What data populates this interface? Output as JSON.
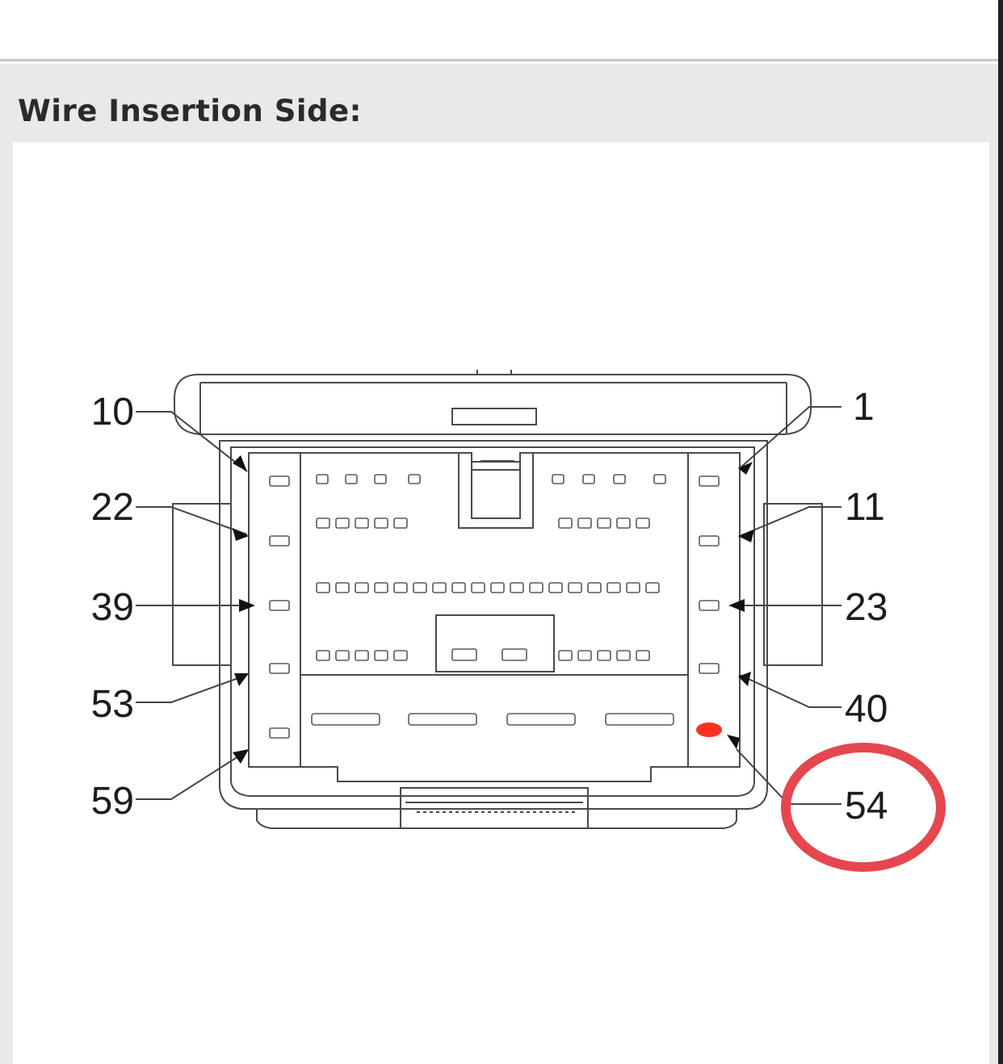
{
  "header": {
    "title": "Wire Insertion Side:"
  },
  "connector": {
    "pin_labels_left": [
      "10",
      "22",
      "39",
      "53",
      "59"
    ],
    "pin_labels_right": [
      "1",
      "11",
      "23",
      "40",
      "54"
    ],
    "highlighted_pin": "54"
  },
  "colors": {
    "panel_background": "#e9e9e9",
    "drawing_line": "#4a4a4a",
    "highlight_circle": "#e5474f",
    "highlight_mark": "#ff3020"
  }
}
